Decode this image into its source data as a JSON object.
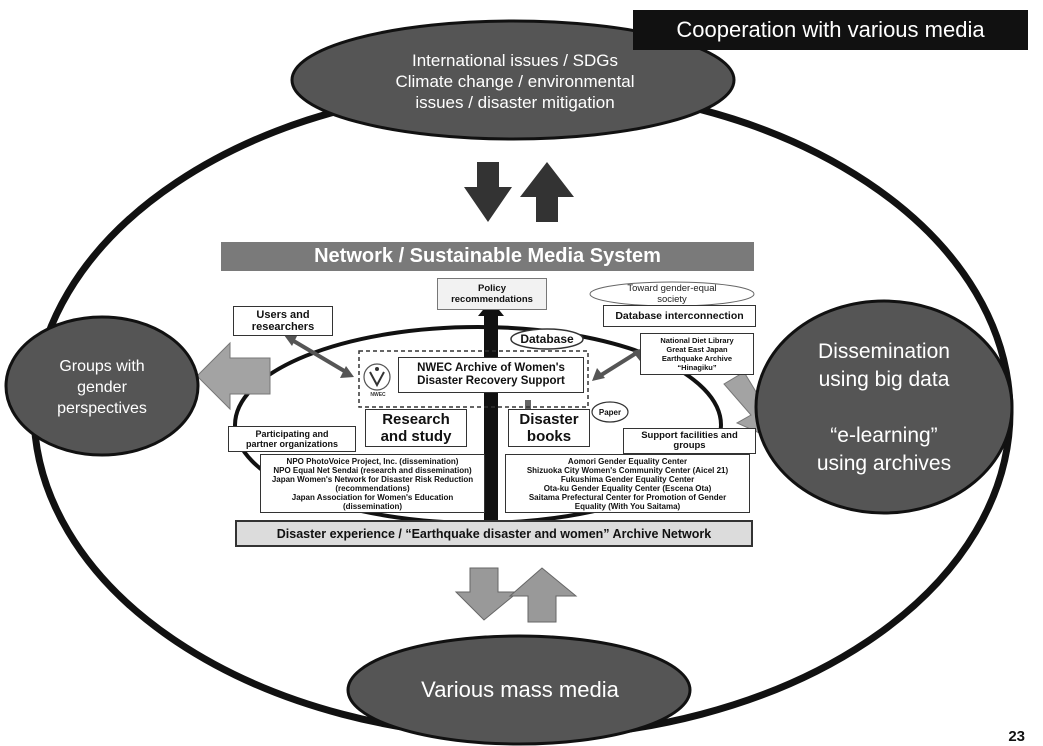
{
  "header": {
    "title": "Cooperation with various media"
  },
  "top_ellipse": {
    "line1": "International issues / SDGs",
    "line2": "Climate change / environmental",
    "line3": "issues / disaster mitigation"
  },
  "left_ellipse": {
    "line1": "Groups with",
    "line2": "gender",
    "line3": "perspectives"
  },
  "right_ellipse": {
    "line1": "Dissemination",
    "line2": "using big data",
    "line3": "“e-learning”",
    "line4": "using archives"
  },
  "bottom_ellipse": {
    "label": "Various mass media"
  },
  "panel": {
    "title": "Network / Sustainable Media System",
    "policy": {
      "line1": "Policy",
      "line2": "recommendations"
    },
    "toward": {
      "line1": "Toward gender-equal",
      "line2": "society"
    },
    "database_interconnection": "Database interconnection",
    "users": {
      "line1": "Users and",
      "line2": "researchers"
    },
    "database": "Database",
    "archive": {
      "line1": "NWEC Archive of Women's",
      "line2": "Disaster Recovery Support"
    },
    "nwec_logo": "NWEC",
    "ndl": {
      "line1": "National Diet Library",
      "line2": "Great East Japan",
      "line3": "Earthquake Archive",
      "line4": "“Hinagiku”"
    },
    "research": {
      "line1": "Research",
      "line2": "and study"
    },
    "disaster_books": {
      "line1": "Disaster",
      "line2": "books"
    },
    "paper": "Paper",
    "participating": {
      "line1": "Participating and",
      "line2": "partner organizations"
    },
    "support": {
      "line1": "Support facilities and",
      "line2": "groups"
    },
    "left_orgs": [
      "NPO PhotoVoice Project, Inc. (dissemination)",
      "NPO Equal Net Sendai (research and dissemination)",
      "Japan Women's Network for Disaster Risk Reduction",
      "(recommendations)",
      "Japan Association for Women's Education",
      "(dissemination)"
    ],
    "right_orgs": [
      "Aomori Gender Equality Center",
      "Shizuoka City Women's Community Center (Aicel 21)",
      "Fukushima Gender Equality Center",
      "Ota-ku Gender Equality Center (Escena Ota)",
      "Saitama Prefectural Center for Promotion of Gender",
      "Equality (With You Saitama)"
    ],
    "bottom_banner": "Disaster experience / “Earthquake disaster and women” Archive Network"
  },
  "page_number": "23",
  "colors": {
    "dark": "#555555",
    "black": "#111111",
    "mid_gray": "#7a7a7a",
    "arrow_gray": "#999999"
  }
}
